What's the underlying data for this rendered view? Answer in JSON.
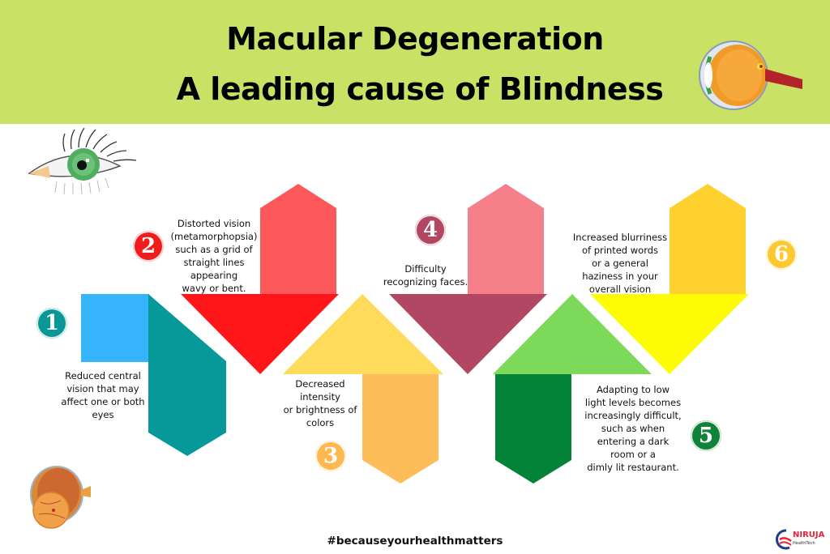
{
  "header": {
    "title_line1": "Macular Degeneration",
    "title_line2": "A leading cause of Blindness",
    "background_color": "#c9e265"
  },
  "symptoms": [
    {
      "number": "1",
      "text": "Reduced central\nvision that may\naffect one or both\neyes",
      "badge_color": "#0a9896",
      "colors": {
        "top": "#35b4fb",
        "bottom": "#07999a"
      }
    },
    {
      "number": "2",
      "text": "Distorted vision\n(metamorphopsia)\nsuch as a grid of\nstraight lines\nappearing\nwavy or bent.",
      "badge_color": "#f11c1c",
      "colors": {
        "top": "#fd5859",
        "bottom": "#fe1618"
      }
    },
    {
      "number": "3",
      "text": "Decreased\nintensity\nor brightness of\ncolors",
      "badge_color": "#fdb94f",
      "colors": {
        "top": "#fedb5b",
        "bottom": "#fdbd59"
      }
    },
    {
      "number": "4",
      "text": "Difficulty\nrecognizing faces.",
      "badge_color": "#b24762",
      "colors": {
        "top": "#f6808a",
        "bottom": "#b14763"
      }
    },
    {
      "number": "5",
      "text": "Adapting to low\nlight levels becomes\nincreasingly difficult,\nsuch as when\nentering a dark\nroom or a\ndimly lit restaurant.",
      "badge_color": "#10833a",
      "colors": {
        "top": "#7dd95a",
        "bottom": "#038337"
      }
    },
    {
      "number": "6",
      "text": "Increased blurriness\nof printed words\nor a general\nhaziness in your\noverall vision",
      "badge_color": "#fdc830",
      "colors": {
        "top": "#fed12f",
        "bottom": "#fefc04"
      }
    }
  ],
  "footer": {
    "hashtag": "#becauseyourhealthmatters",
    "logo_name": "NIRUJA",
    "logo_sub": "HealthTech"
  }
}
